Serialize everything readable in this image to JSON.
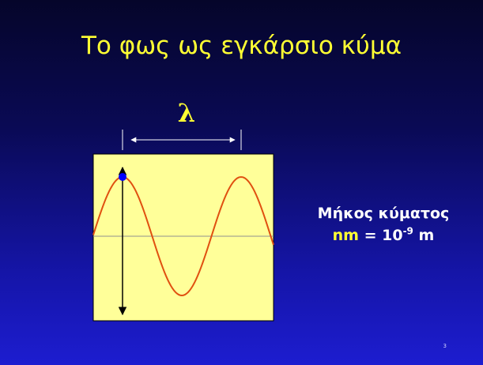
{
  "slide": {
    "title": "Το φως ως εγκάρσιο κύμα",
    "lambda_symbol": "λ",
    "wavelength_label": "Μήκος κύματος",
    "unit_name": "nm",
    "equals": " = 10",
    "exponent": "-9",
    "unit_suffix": " m",
    "page_number": "3"
  },
  "colors": {
    "title": "#ffff33",
    "panel": "#ffff99",
    "wave": "#e05010",
    "axis": "#909090",
    "dot": "#0000ff",
    "text": "#ffffff"
  }
}
